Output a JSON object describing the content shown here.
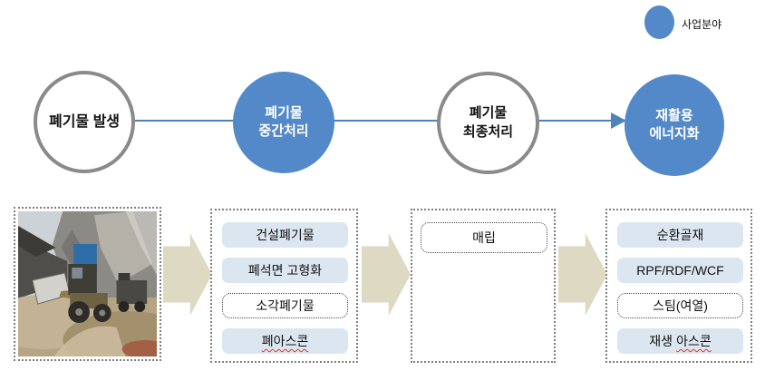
{
  "legend": {
    "label": "사업분야"
  },
  "flow": {
    "stages": [
      {
        "lines": [
          "폐기물 발생"
        ]
      },
      {
        "lines": [
          "폐기물",
          "중간처리"
        ]
      },
      {
        "lines": [
          "폐기물",
          "최종처리"
        ]
      },
      {
        "lines": [
          "재활용",
          "에너지화"
        ]
      }
    ]
  },
  "columns": {
    "photo": {
      "alt": "quarry wheel-loader loading crushed stone"
    },
    "intermediate": {
      "items": [
        {
          "label": "건설폐기물"
        },
        {
          "label": "폐석면 고형화"
        },
        {
          "label": "소각폐기물"
        },
        {
          "label": "폐아스콘"
        }
      ]
    },
    "final": {
      "items": [
        {
          "label": "매립"
        }
      ]
    },
    "recycle": {
      "items": [
        {
          "label": "순환골재"
        },
        {
          "label": "RPF/RDF/WCF"
        },
        {
          "label": "스팀(여열)"
        },
        {
          "label_plain": "재생",
          "label_wavy": "아스콘"
        }
      ]
    }
  },
  "colors": {
    "accent_blue": "#5389c9",
    "line_blue": "#4f81bd",
    "pill_blue": "#dce6f1",
    "arrow_tan": "#ddd9c3",
    "circle_border_gray": "#8a8a8a"
  }
}
